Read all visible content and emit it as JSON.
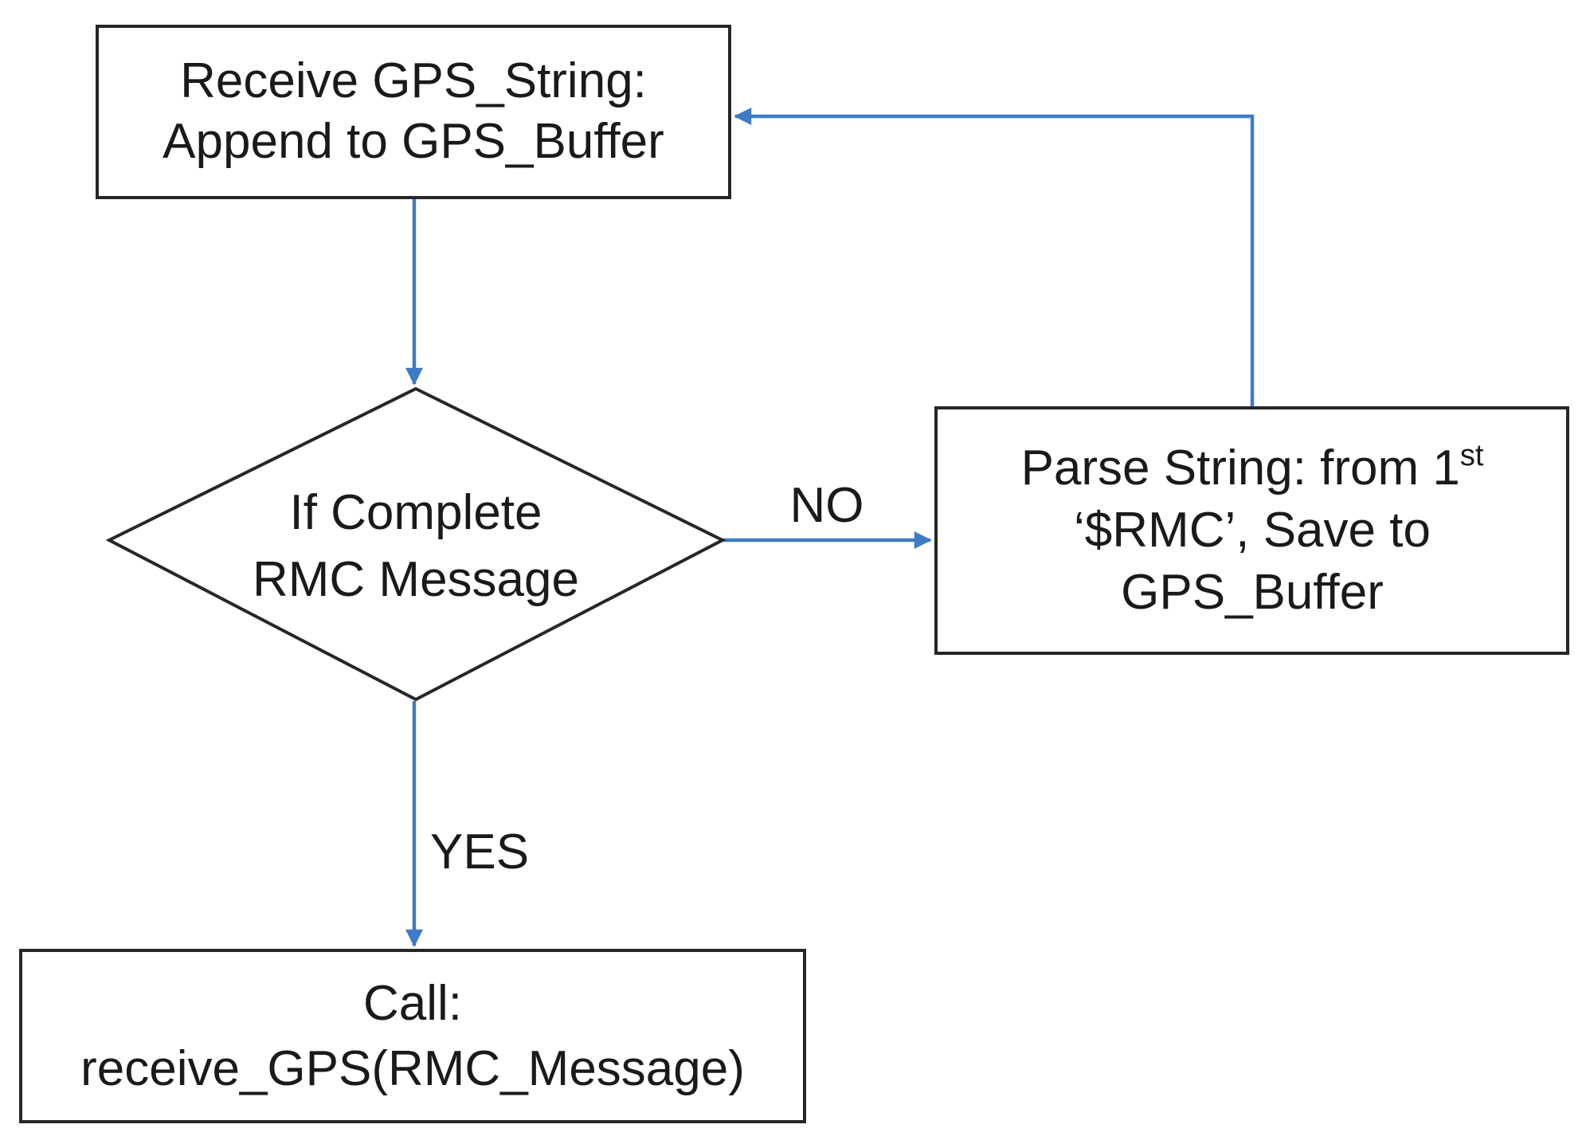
{
  "colors": {
    "arrow_blue": "#3E7BC6",
    "shape_border": "#262626",
    "text": "#1A1A1A",
    "background": "#FFFFFF"
  },
  "nodes": {
    "receive": {
      "type": "process",
      "lines": [
        "Receive GPS_String:",
        "Append to GPS_Buffer"
      ]
    },
    "decision": {
      "type": "decision",
      "lines": [
        "If Complete",
        "RMC Message"
      ]
    },
    "parse": {
      "type": "process",
      "line1_main": "Parse String: from 1",
      "line1_sup": "st",
      "line2": "‘$RMC’, Save to",
      "line3": "GPS_Buffer"
    },
    "call": {
      "type": "process",
      "lines": [
        "Call:",
        "receive_GPS(RMC_Message)"
      ]
    }
  },
  "edges": {
    "no_label": "NO",
    "yes_label": "YES"
  }
}
